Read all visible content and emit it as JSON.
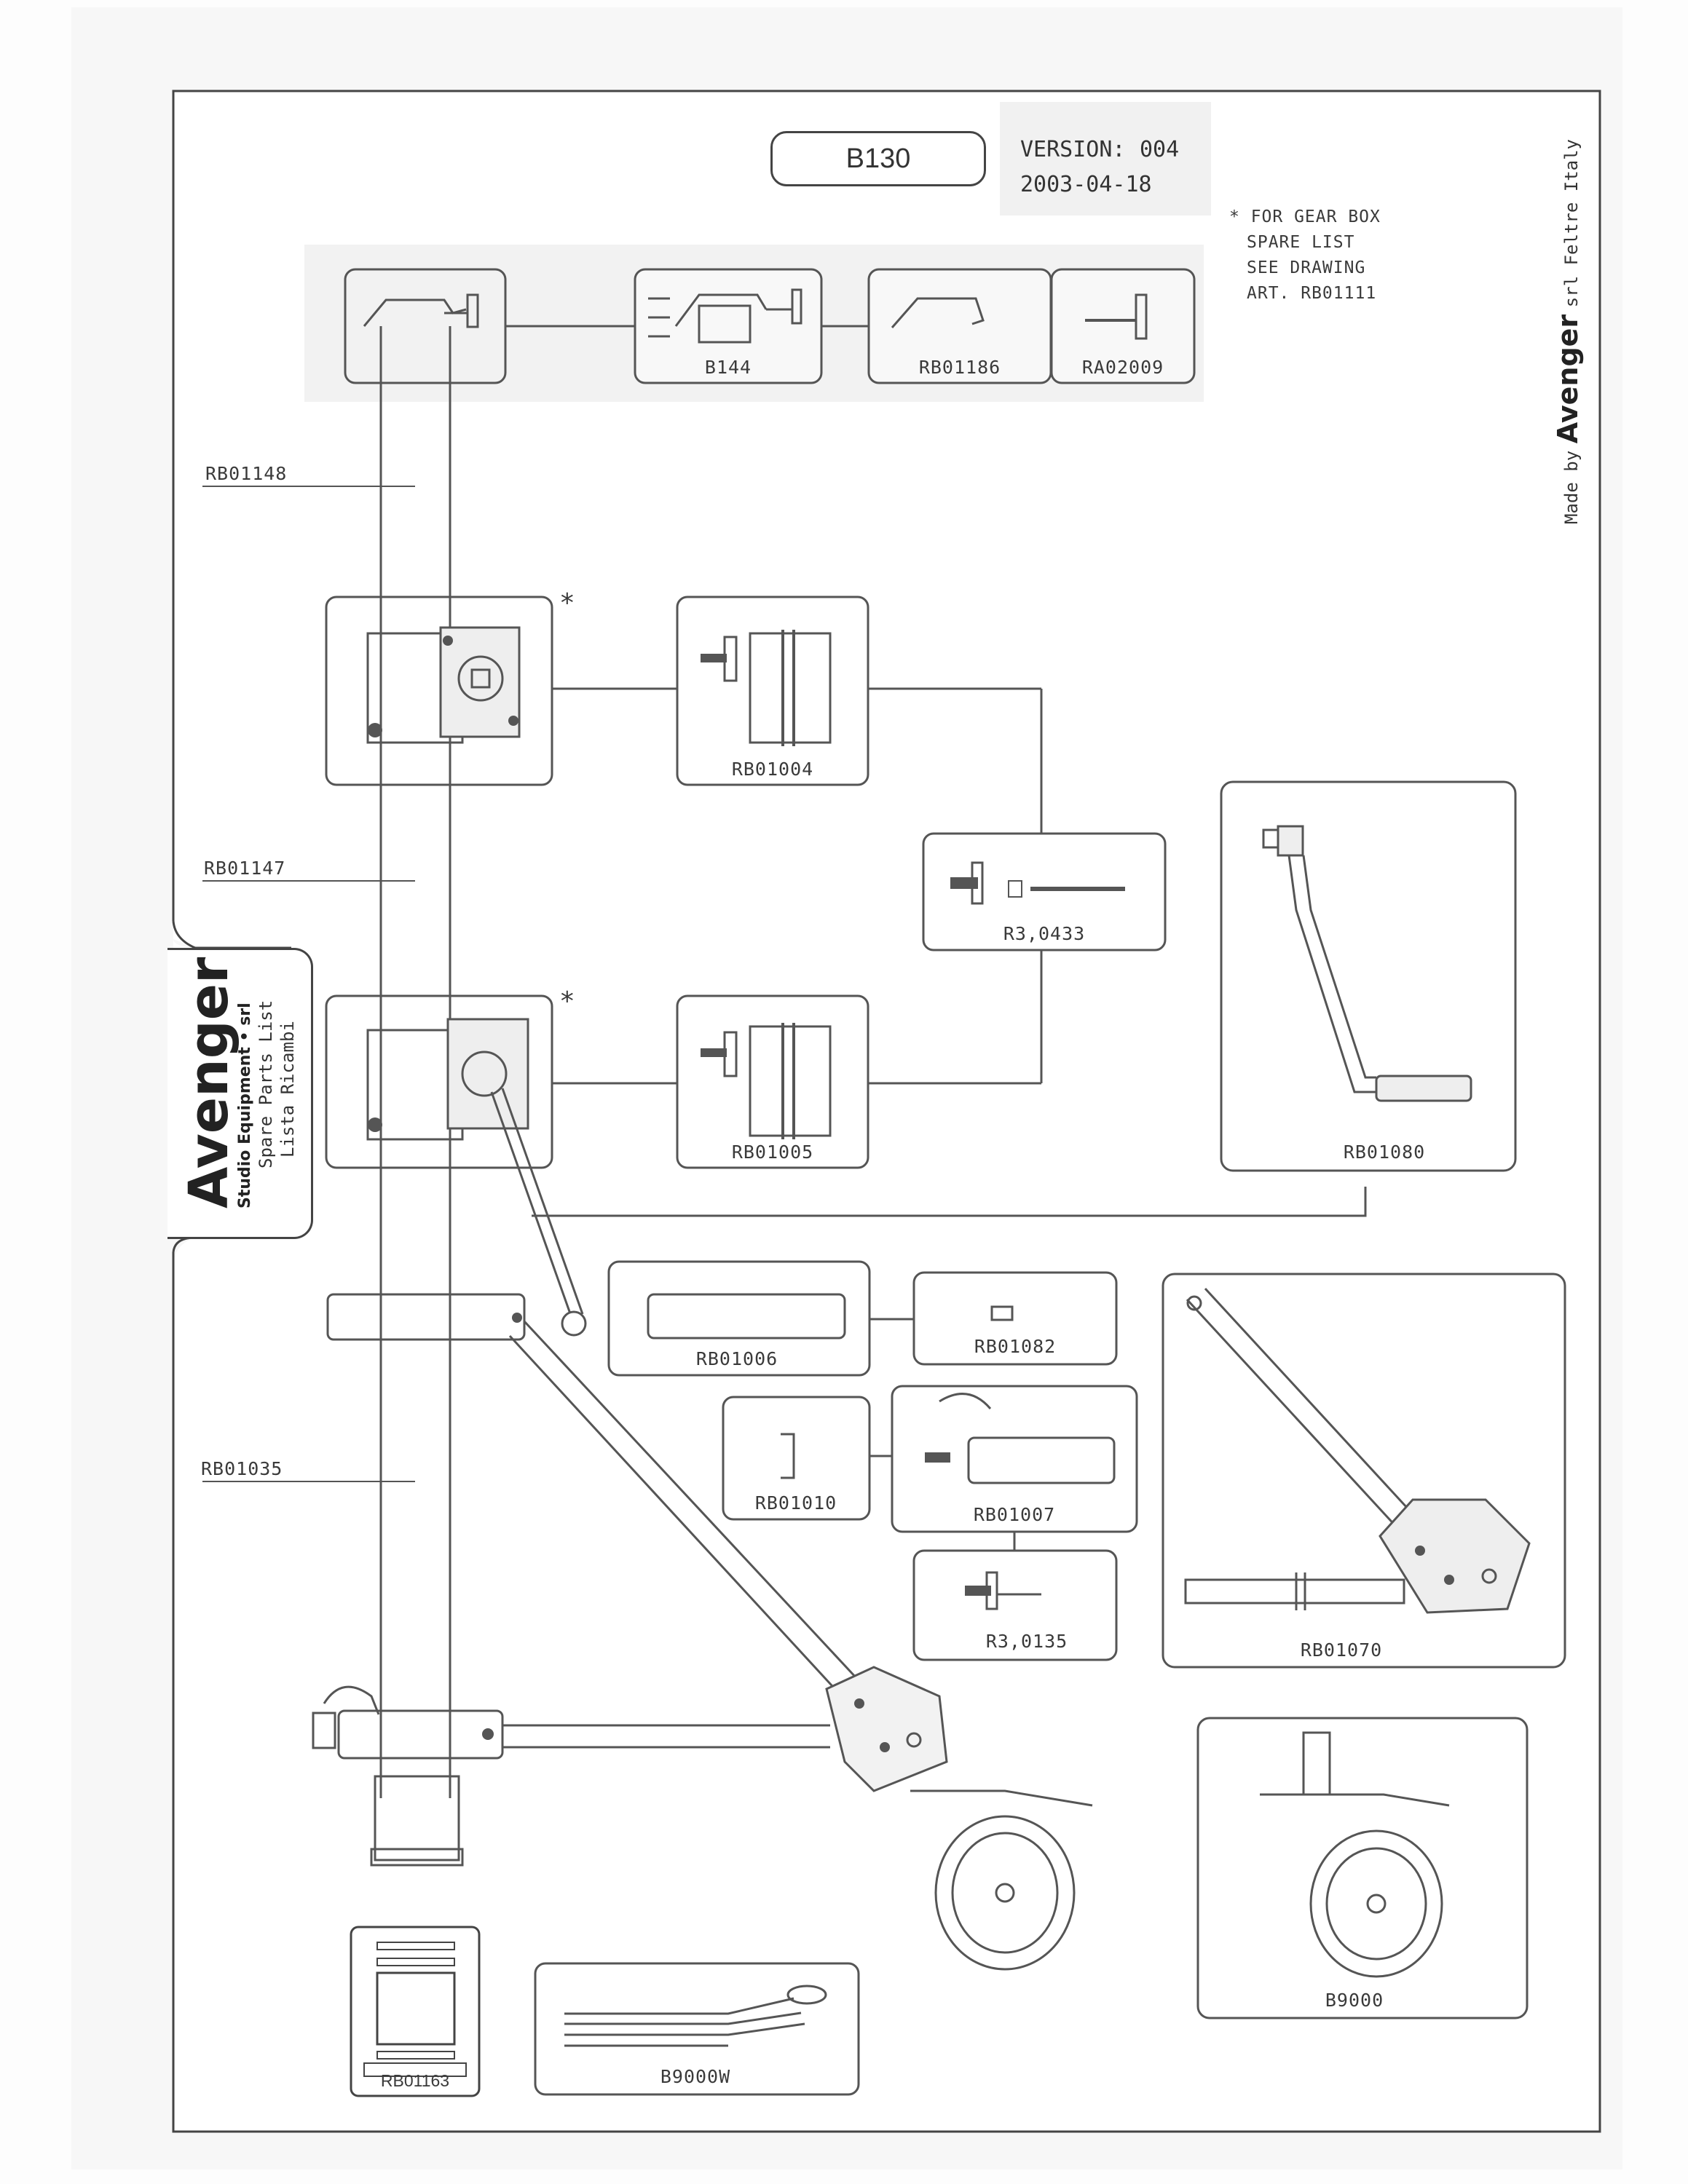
{
  "document": {
    "model_code": "B130",
    "version_label": "VERSION:",
    "version_number": "004",
    "date": "2003-04-18",
    "gear_box_note": [
      "* FOR GEAR BOX",
      "SPARE LIST",
      "SEE DRAWING",
      "ART. RB01111"
    ],
    "asterisk": "*"
  },
  "brand_tab": {
    "brand": "Avenger",
    "company": "Studio Equipment • srl",
    "title_en": "Spare Parts List",
    "title_it": "Lista Ricambi"
  },
  "maker_line": {
    "prefix": "Made by",
    "brand": "Avenger",
    "suffix": "srl Feltre Italy"
  },
  "parts": {
    "b144": "B144",
    "rb01186": "RB01186",
    "ra02009": "RA02009",
    "rb01148": "RB01148",
    "rb01004": "RB01004",
    "r3_0433": "R3,0433",
    "rb01147": "RB01147",
    "rb01080": "RB01080",
    "rb01005": "RB01005",
    "rb01006": "RB01006",
    "rb01082": "RB01082",
    "rb01010": "RB01010",
    "rb01007": "RB01007",
    "rb01035": "RB01035",
    "r3_0135": "R3,0135",
    "rb01070": "RB01070",
    "b9000": "B9000",
    "rb01163": "RB01163",
    "b9000w": "B9000W"
  }
}
